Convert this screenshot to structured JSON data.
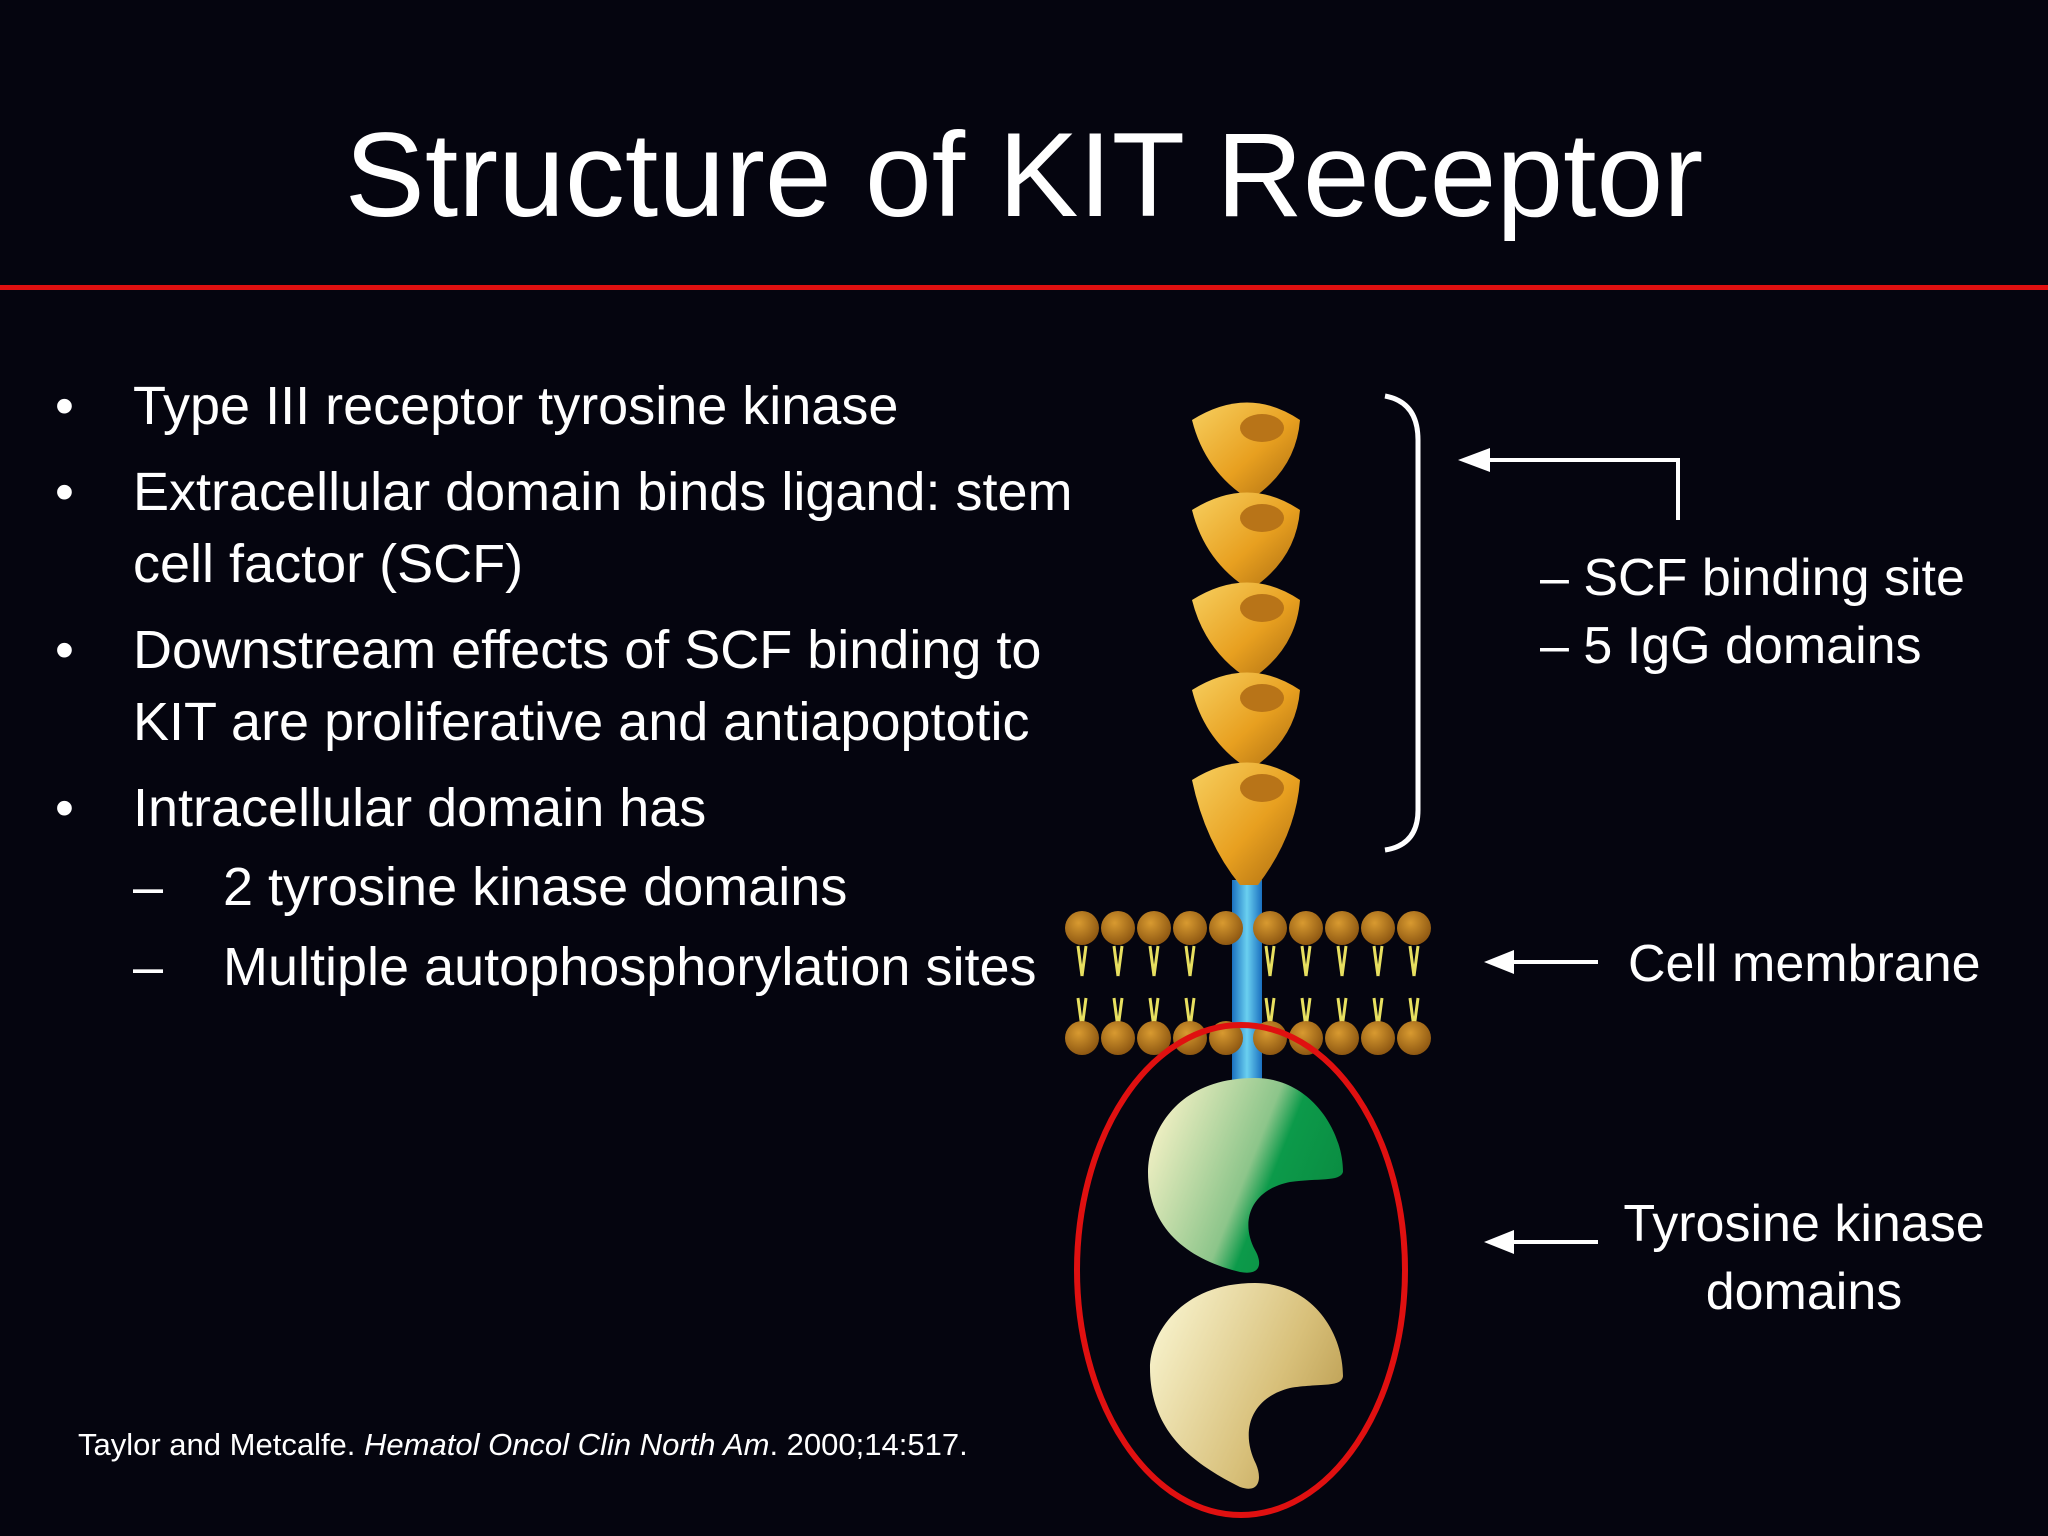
{
  "title": "Structure of KIT Receptor",
  "bullets": [
    {
      "text": "Type III receptor tyrosine kinase"
    },
    {
      "text": "Extracellular domain binds ligand: stem cell factor (SCF)"
    },
    {
      "text": "Downstream effects of SCF binding to KIT are proliferative and antiapoptotic"
    },
    {
      "text": "Intracellular domain has",
      "sub": [
        "2 tyrosine kinase domains",
        "Multiple autophosphorylation sites"
      ]
    }
  ],
  "bullet_symbol": "•",
  "dash_symbol": "–",
  "labels": {
    "extracellular": [
      "SCF binding site",
      "5 IgG domains"
    ],
    "membrane": "Cell membrane",
    "kinase_line1": "Tyrosine kinase",
    "kinase_line2": "domains"
  },
  "citation": {
    "authors": "Taylor and Metcalfe. ",
    "journal": "Hematol Oncol Clin North Am",
    "details": ".  2000;14:517."
  },
  "colors": {
    "background": "#05050f",
    "accent_red": "#e01010",
    "igg_gold": "#e8a020",
    "kinase_green": "#0c9a4a",
    "kinase_tan": "#c9ad60",
    "transmembrane_blue": "#3aa8e0"
  }
}
